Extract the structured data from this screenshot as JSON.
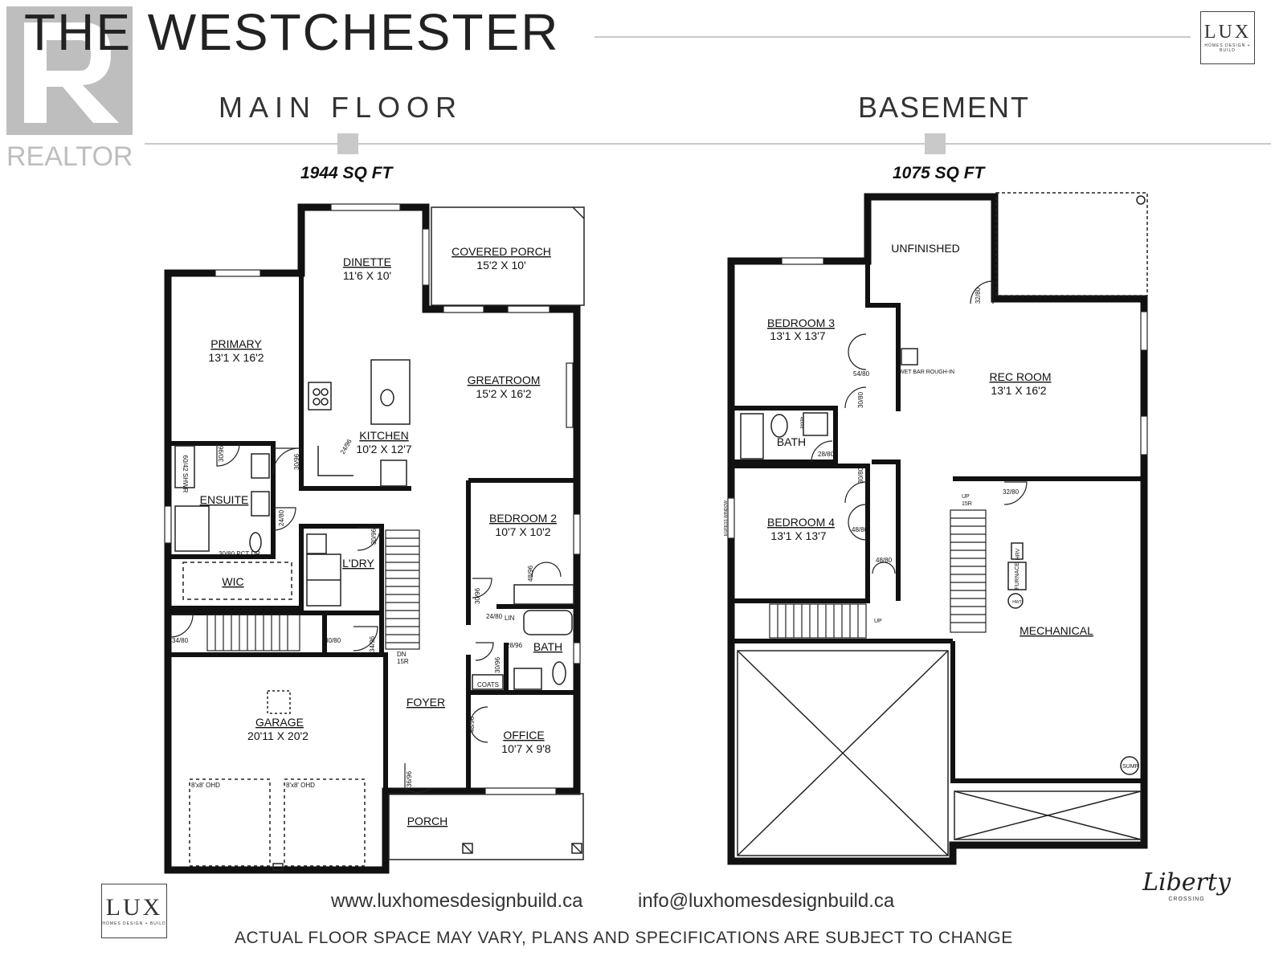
{
  "header": {
    "title": "THE WESTCHESTER",
    "brand_logo": {
      "main": "LUX",
      "sub": "HOMES DESIGN + BUILD"
    }
  },
  "watermark": {
    "text": "REALTOR"
  },
  "main_floor": {
    "title": "MAIN FLOOR",
    "sqft": "1944 SQ FT",
    "rooms": [
      {
        "id": "dinette",
        "name": "DINETTE",
        "dims": "11'6 X 10'"
      },
      {
        "id": "covered-porch",
        "name": "COVERED PORCH",
        "dims": "15'2 X 10'"
      },
      {
        "id": "primary",
        "name": "PRIMARY",
        "dims": "13'1 X 16'2"
      },
      {
        "id": "greatroom",
        "name": "GREATROOM",
        "dims": "15'2 X 16'2"
      },
      {
        "id": "kitchen",
        "name": "KITCHEN",
        "dims": "10'2 X 12'7"
      },
      {
        "id": "ensuite",
        "name": "ENSUITE",
        "dims": ""
      },
      {
        "id": "bedroom-2",
        "name": "BEDROOM 2",
        "dims": "10'7 X 10'2"
      },
      {
        "id": "ldry",
        "name": "L'DRY",
        "dims": ""
      },
      {
        "id": "wic",
        "name": "WIC",
        "dims": ""
      },
      {
        "id": "bath",
        "name": "BATH",
        "dims": ""
      },
      {
        "id": "garage",
        "name": "GARAGE",
        "dims": "20'11 X 20'2"
      },
      {
        "id": "foyer",
        "name": "FOYER",
        "dims": ""
      },
      {
        "id": "office",
        "name": "OFFICE",
        "dims": "10'7 X 9'8"
      },
      {
        "id": "porch",
        "name": "PORCH",
        "dims": ""
      }
    ],
    "notes": {
      "shwr": "60/42 SHWR",
      "pct_dr": "30/80 PCT DR",
      "coats": "COATS",
      "lin": "LIN",
      "dn": "DN",
      "dn_risers": "15R",
      "ohd": "8'x8' OHD"
    },
    "doors": [
      "30/96",
      "30/96",
      "24/96",
      "24/80",
      "30/96",
      "30/80",
      "34/96",
      "34/80",
      "36/96",
      "48/96",
      "30/96",
      "24/80",
      "28/96",
      "30/96",
      "48/96"
    ]
  },
  "basement": {
    "title": "BASEMENT",
    "sqft": "1075 SQ FT",
    "rooms": [
      {
        "id": "unfinished",
        "name": "UNFINISHED",
        "dims": ""
      },
      {
        "id": "bedroom-3",
        "name": "BEDROOM 3",
        "dims": "13'1 X 13'7"
      },
      {
        "id": "rec-room",
        "name": "REC ROOM",
        "dims": "13'1 X 16'2"
      },
      {
        "id": "bath",
        "name": "BATH",
        "dims": ""
      },
      {
        "id": "bedroom-4",
        "name": "BEDROOM 4",
        "dims": "13'1 X 13'7"
      },
      {
        "id": "mechanical",
        "name": "MECHANICAL",
        "dims": ""
      }
    ],
    "notes": {
      "wet_bar": "WET BAR ROUGH-IN",
      "up": "UP",
      "up_risers": "15R",
      "sump": "SUMP",
      "hrv": "HRV",
      "furnace": "FURNACE",
      "hwt": "HWT",
      "egress": "EGRESS WINDOW",
      "shwr": "48X48"
    },
    "doors": [
      "32/80",
      "54/80",
      "30/80",
      "28/80",
      "30/80",
      "48/80",
      "48/80",
      "32/80"
    ]
  },
  "footer": {
    "website": "www.luxhomesdesignbuild.ca",
    "email": "info@luxhomesdesignbuild.ca",
    "disclaimer": "ACTUAL FLOOR SPACE MAY VARY, PLANS AND SPECIFICATIONS ARE SUBJECT TO CHANGE",
    "lux_logo": {
      "main": "LUX",
      "sub": "HOMES DESIGN + BUILD"
    },
    "liberty_logo": {
      "main": "Liberty",
      "sub": "CROSSING"
    }
  }
}
